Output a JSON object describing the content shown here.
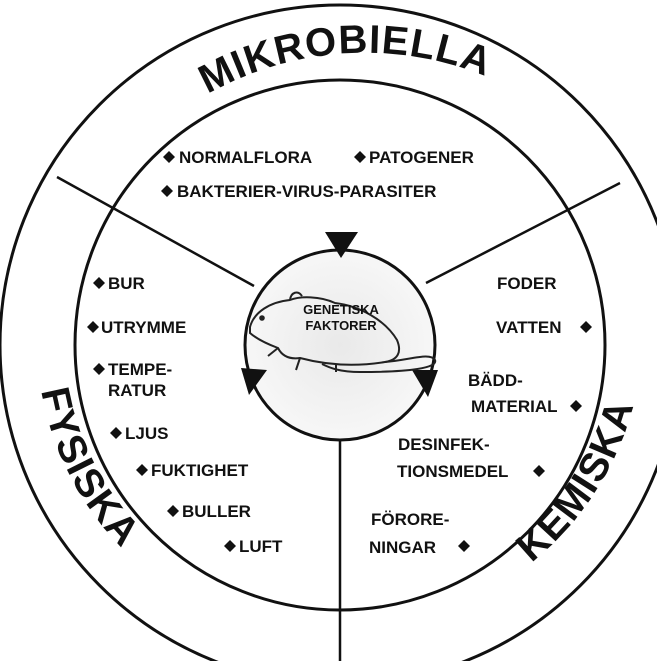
{
  "ring_titles": {
    "top": "MIKROBIELLA",
    "left": "FYSISKA",
    "right": "KEMISKA"
  },
  "microbial": {
    "line1": [
      "NORMALFLORA",
      "PATOGENER"
    ],
    "line2": "BAKTERIER-VIRUS-PARASITER"
  },
  "center": {
    "line1": "GENETISKA",
    "line2": "FAKTORER"
  },
  "physical": {
    "bur": "BUR",
    "utrymme": "UTRYMME",
    "temp1": "TEMPE-",
    "temp2": "RATUR",
    "ljus": "LJUS",
    "fuktighet": "FUKTIGHET",
    "buller": "BULLER",
    "luft": "LUFT"
  },
  "chemical": {
    "foder": "FODER",
    "vatten": "VATTEN",
    "badd1": "BÄDD-",
    "badd2": "MATERIAL",
    "desinf1": "DESINFEK-",
    "desinf2": "TIONSMEDEL",
    "fororen1": "FÖRORE-",
    "fororen2": "NINGAR"
  }
}
